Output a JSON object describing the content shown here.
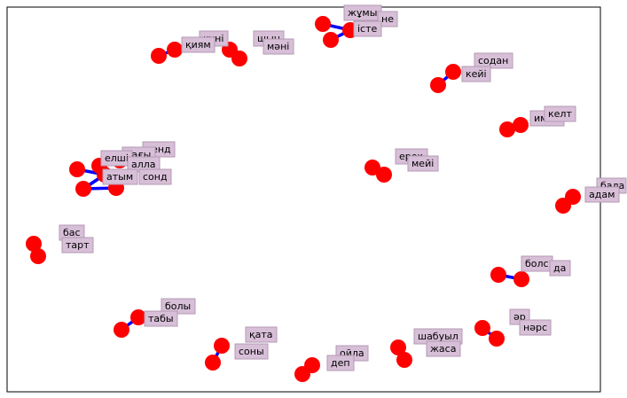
{
  "chart_data": {
    "type": "network",
    "title": "",
    "node_color": "#ff0000",
    "edge_color": "#0000ff",
    "label_bg_color": "#d8bfd8",
    "groups": [
      {
        "id": "g1",
        "labels": [
          "жұмы",
          "не",
          "істе"
        ]
      },
      {
        "id": "g2",
        "labels": [
          "күні",
          "қиям"
        ]
      },
      {
        "id": "g3",
        "labels": [
          "шын",
          "мәні"
        ]
      },
      {
        "id": "g4",
        "labels": [
          "содан",
          "кейі"
        ]
      },
      {
        "id": "g5",
        "labels": [
          "иман",
          "келт"
        ]
      },
      {
        "id": "g6",
        "labels": [
          "сенд",
          "тағы",
          "елші",
          "алла",
          "атым",
          "сонд"
        ]
      },
      {
        "id": "g7",
        "labels": [
          "ерек",
          "мейі"
        ]
      },
      {
        "id": "g8",
        "labels": [
          "бала",
          "адам"
        ]
      },
      {
        "id": "g9",
        "labels": [
          "бас",
          "тарт"
        ]
      },
      {
        "id": "g10",
        "labels": [
          "болс",
          "да"
        ]
      },
      {
        "id": "g11",
        "labels": [
          "болы",
          "табы"
        ]
      },
      {
        "id": "g12",
        "labels": [
          "әр",
          "нәрс"
        ]
      },
      {
        "id": "g13",
        "labels": [
          "қата",
          "соны"
        ]
      },
      {
        "id": "g14",
        "labels": [
          "шабуыл",
          "жаса"
        ]
      },
      {
        "id": "g15",
        "labels": [
          "ойла",
          "деп"
        ]
      }
    ],
    "edges": [
      [
        "жұмы",
        "не"
      ],
      [
        "не",
        "істе"
      ],
      [
        "күні",
        "қиям"
      ],
      [
        "содан",
        "кейі"
      ],
      [
        "иман",
        "келт"
      ],
      [
        "бала",
        "адам"
      ],
      [
        "болс",
        "да"
      ],
      [
        "болы",
        "табы"
      ],
      [
        "қата",
        "соны"
      ],
      [
        "әр",
        "нәрс"
      ],
      [
        "сенд",
        "тағы"
      ],
      [
        "тағы",
        "алла"
      ],
      [
        "алла",
        "атым"
      ],
      [
        "атым",
        "сонд"
      ],
      [
        "елші",
        "алла"
      ],
      [
        "алла",
        "атым"
      ]
    ]
  }
}
